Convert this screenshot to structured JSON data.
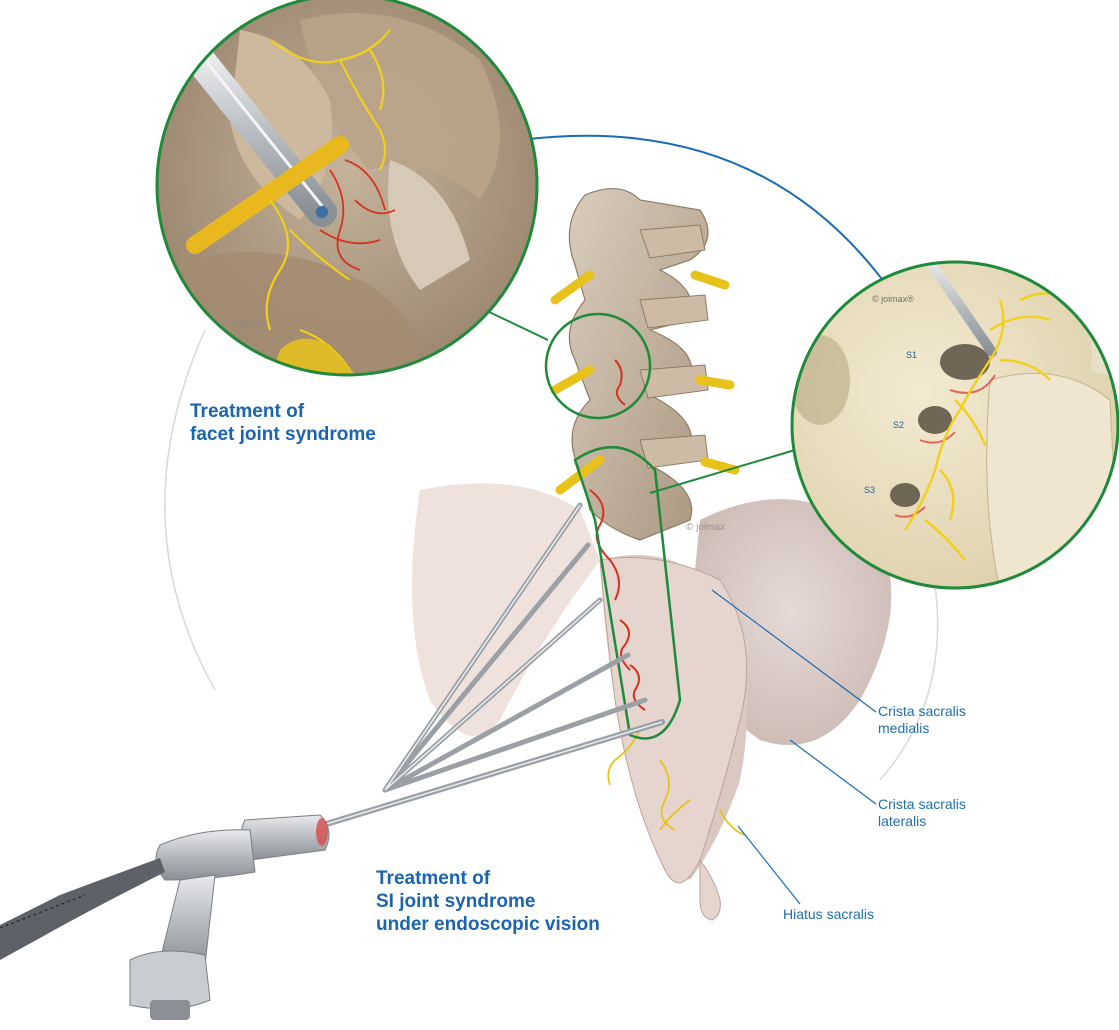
{
  "callouts": {
    "facet": {
      "line1": "Treatment of",
      "line2": "facet joint syndrome"
    },
    "si": {
      "line1": "Treatment of",
      "line2": "SI joint syndrome",
      "line3": "under endoscopic vision"
    }
  },
  "labels": {
    "crista_medialis": {
      "line1": "Crista sacralis",
      "line2": "medialis"
    },
    "crista_lateralis": {
      "line1": "Crista sacralis",
      "line2": "lateralis"
    },
    "hiatus": "Hiatus sacralis"
  },
  "foramina": [
    "S1",
    "S2",
    "S3"
  ],
  "watermarks": {
    "left": "©joimax",
    "right": "© joimax®",
    "center": "© joimax"
  },
  "colors": {
    "label_blue": "#1f6fb0",
    "circle_green": "#1e8a3a",
    "connector_blue": "#1a6bb5",
    "nerve_yellow": "#f2cf1a",
    "nerve_red": "#d6331e",
    "bone": "#b8a894"
  }
}
